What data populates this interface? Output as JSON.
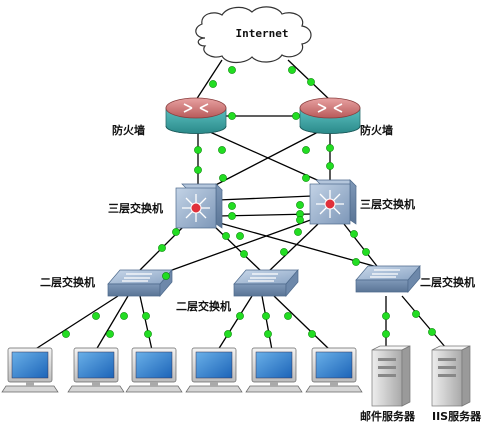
{
  "cloud": {
    "label": "Internet"
  },
  "routers": [
    {
      "id": "r1",
      "label": "防火墙"
    },
    {
      "id": "r2",
      "label": "防火墙"
    }
  ],
  "l3_switches": [
    {
      "id": "s1",
      "label": "三层交换机"
    },
    {
      "id": "s2",
      "label": "三层交换机"
    }
  ],
  "l2_switches": [
    {
      "id": "a1",
      "label": "二层交换机"
    },
    {
      "id": "a2",
      "label": "二层交换机"
    },
    {
      "id": "a3",
      "label": "二层交换机"
    }
  ],
  "servers": [
    {
      "id": "mail",
      "label": "邮件服务器"
    },
    {
      "id": "iis",
      "label": "IIS服务器"
    }
  ],
  "colors": {
    "link": "#000000",
    "port_dot": "#22dd22",
    "router_top": "#d98080",
    "router_band": "#3aa6a6",
    "switch_blue": "#8fa9c9",
    "cloud_fill": "#ffffff"
  }
}
